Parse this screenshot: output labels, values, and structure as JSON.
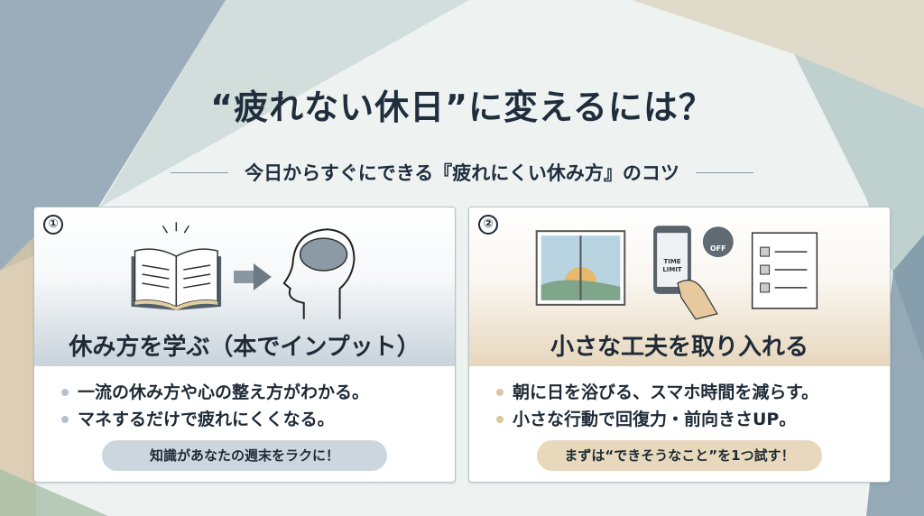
{
  "title": "“疲れない休日”に変えるには？",
  "subtitle": "今日からすぐにできる『疲れにくい休み方』のコツ",
  "cards": [
    {
      "number": "①",
      "heading": "休み方を学ぶ（本でインプット）",
      "bullets": [
        "一流の休み方や心の整え方がわかる。",
        "マネするだけで疲れにくくなる。"
      ],
      "pill": "知識があなたの週末をラクに！",
      "icons": [
        "open-book-icon",
        "arrow-right-icon",
        "head-brain-icon"
      ]
    },
    {
      "number": "②",
      "heading": "小さな工夫を取り入れる",
      "bullets": [
        "朝に日を浴びる、スマホ時間を減らす。",
        "小さな行動で回復力・前向きさUP。"
      ],
      "pill": "まずは“できそうなこと”を1つ試す！",
      "icons": [
        "sunrise-window-icon",
        "phone-time-limit-icon",
        "checklist-icon"
      ],
      "phone_text": [
        "TIME",
        "LIMIT"
      ],
      "power_label": "OFF"
    }
  ],
  "colors": {
    "card1_accent": "#c9d3db",
    "card2_accent": "#e7d7bd",
    "title": "#1f2d3d"
  }
}
